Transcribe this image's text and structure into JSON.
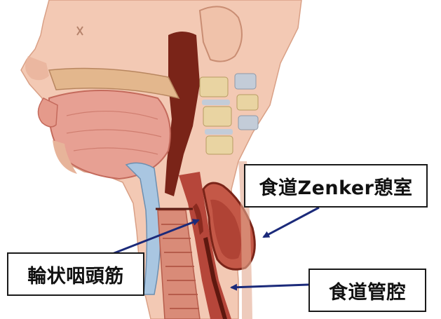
{
  "labels": {
    "diverticulum": "食道Zenker憩室",
    "cricopharyngeus": "輪状咽頭筋",
    "esophageal_lumen": "食道管腔"
  },
  "colors": {
    "skin": "#f3c9b4",
    "skin_shadow": "#e3a98f",
    "muscle": "#b6463a",
    "mucosa": "#c45847",
    "cavity_dark": "#7a2418",
    "bone": "#e9d4a2",
    "disc": "#c3ccd8",
    "cartilage": "#a9c6e1",
    "arrow": "#1b2a7a",
    "box_border": "#1a1a1a"
  }
}
